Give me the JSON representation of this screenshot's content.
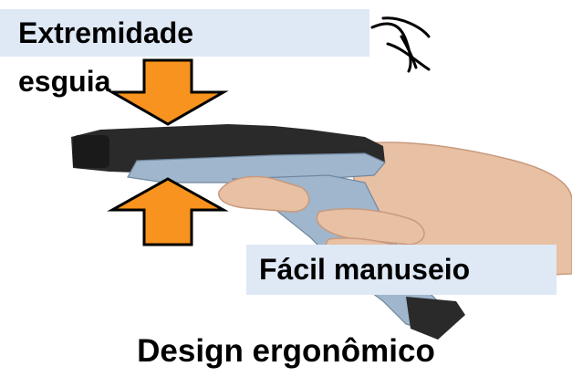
{
  "callouts": {
    "slim_tip_line1": "Extremidade",
    "slim_tip_line2": "esguia",
    "easy_handling": "Fácil manuseio"
  },
  "caption": "Design ergonômico",
  "colors": {
    "arrow_fill": "#f7931e",
    "arrow_stroke": "#000000",
    "label_background": "#dfe8f5",
    "device_body": "#9fb6cc",
    "device_dark": "#2a2a2a",
    "skin": "#e8c0a4"
  },
  "icons": {
    "eye_sketch": "eye-icon"
  }
}
